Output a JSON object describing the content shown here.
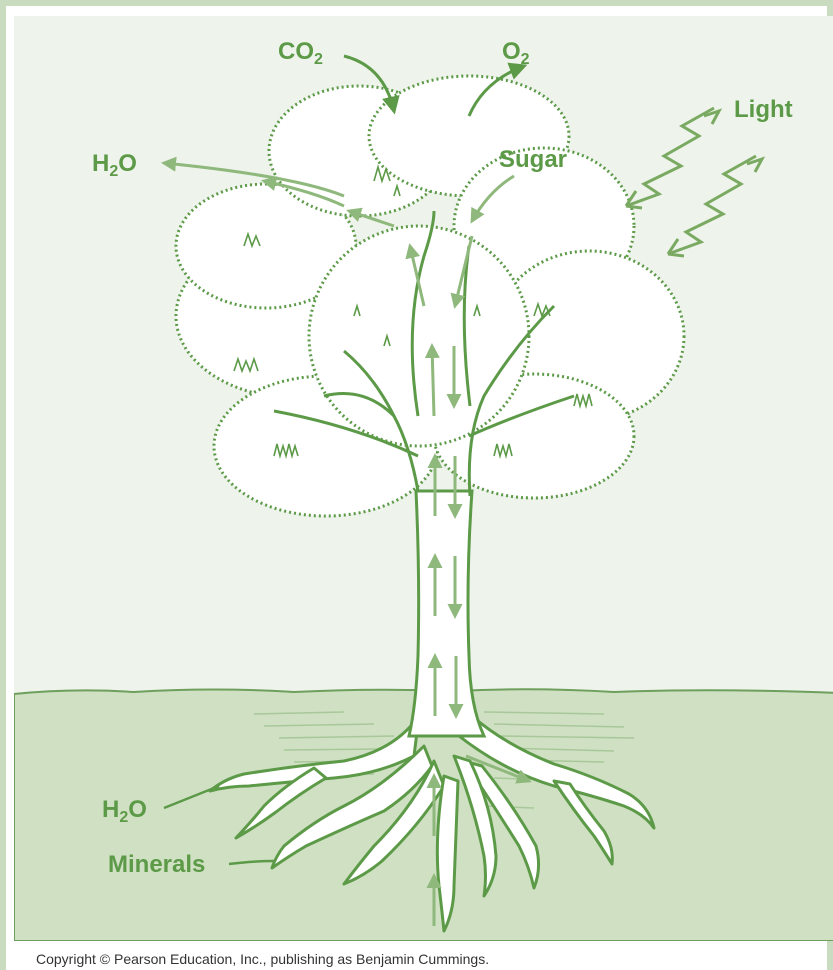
{
  "labels": {
    "co2": {
      "base": "CO",
      "sub": "2"
    },
    "o2": {
      "base": "O",
      "sub": "2"
    },
    "light": "Light",
    "h2o_top": {
      "base": "H",
      "sub": "2",
      "tail": "O"
    },
    "sugar": "Sugar",
    "h2o_bottom": {
      "base": "H",
      "sub": "2",
      "tail": "O"
    },
    "minerals": "Minerals"
  },
  "copyright": "Copyright © Pearson Education, Inc., publishing as Benjamin Cummings.",
  "colors": {
    "sky": "#eef3eb",
    "ground": "#cfe0c3",
    "stroke": "#5c9a48",
    "light_arrow": "#7aaa62",
    "flow_arrow": "#9cc08c"
  }
}
